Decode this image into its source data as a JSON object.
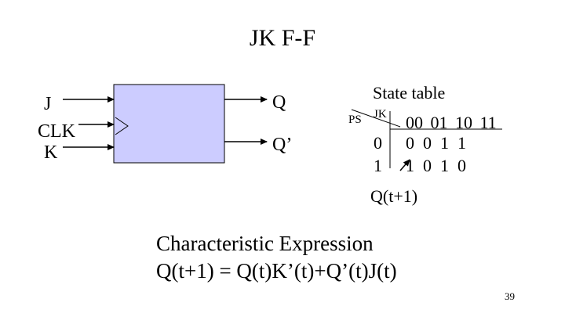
{
  "title": "JK F-F",
  "flipflop": {
    "input_j": "J",
    "input_clk": "CLK",
    "input_k": "K",
    "output_q": "Q",
    "output_q_bar": "Q’"
  },
  "state_table": {
    "title": "State table",
    "corner_ps": "PS",
    "corner_jk": "JK",
    "header": "00 01 10 11",
    "rows": [
      {
        "ps": "0",
        "values": "0  0  1  1"
      },
      {
        "ps": "1",
        "values": "1  0  1  0"
      }
    ],
    "next_state_label": "Q(t+1)"
  },
  "characteristic": {
    "heading": "Characteristic Expression",
    "equation": "Q(t+1) = Q(t)K’(t)+Q’(t)J(t)"
  },
  "page_number": "39",
  "colors": {
    "block_fill": "#ccccff",
    "line": "#000000"
  }
}
